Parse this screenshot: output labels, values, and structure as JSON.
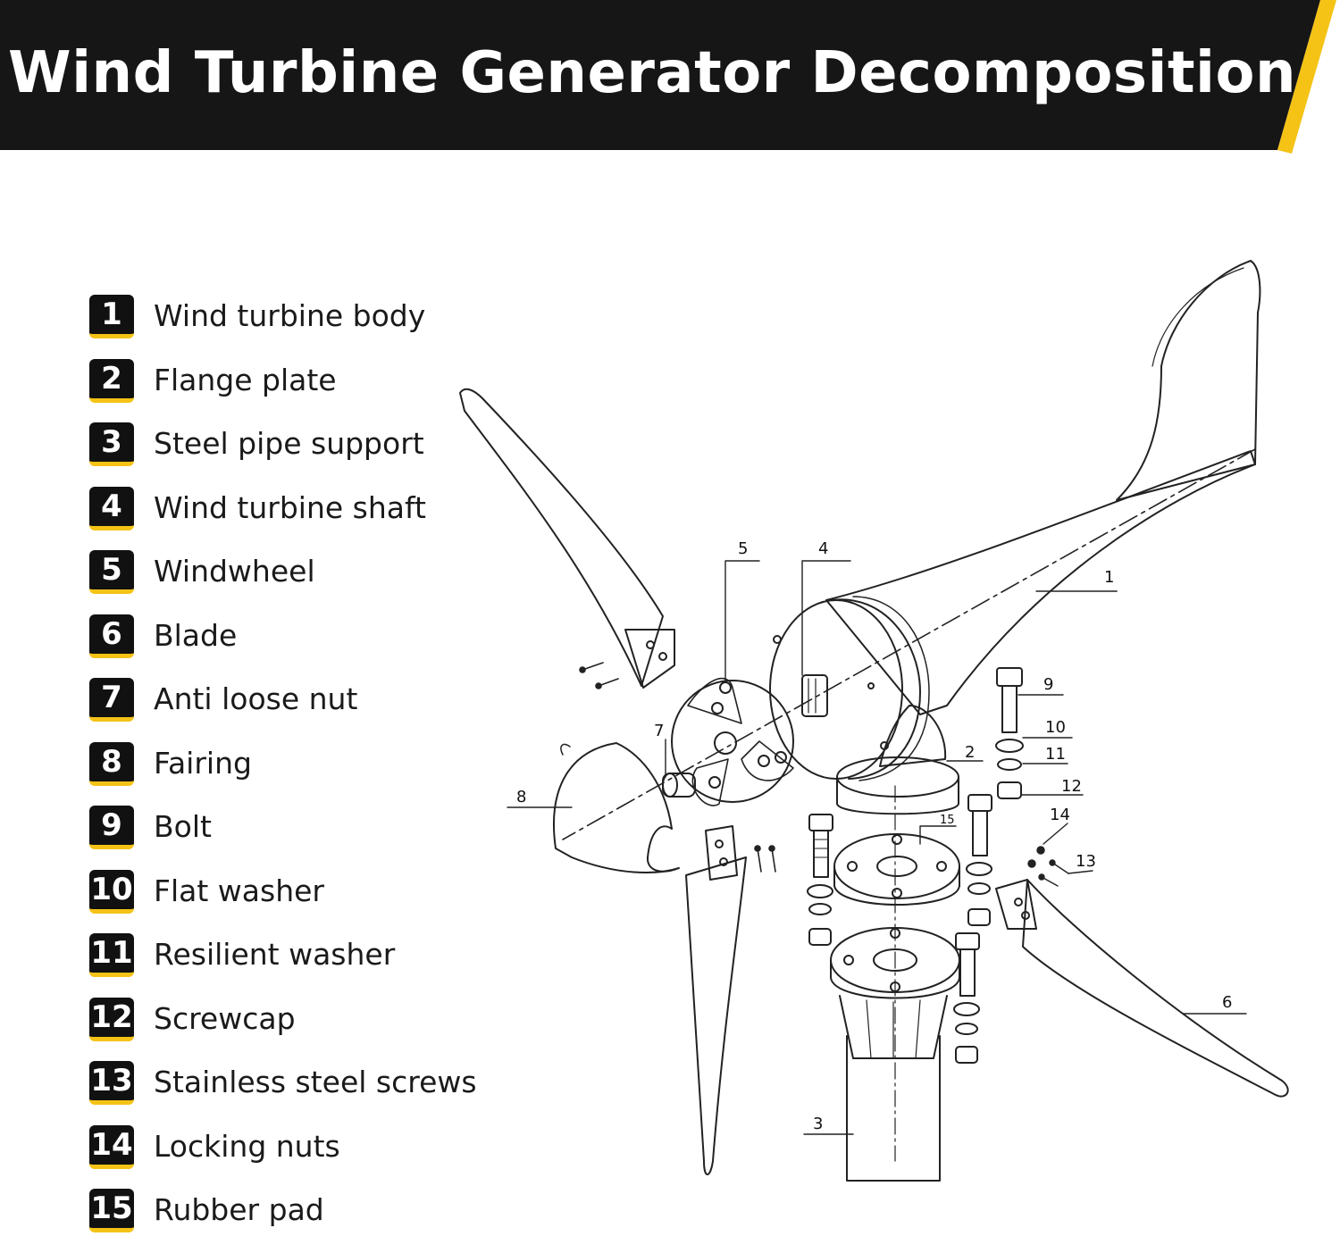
{
  "title": "Wind Turbine Generator Decomposition",
  "colors": {
    "banner": "#161616",
    "accent": "#f4c316"
  },
  "legend": [
    {
      "num": "1",
      "label": "Wind turbine body"
    },
    {
      "num": "2",
      "label": "Flange plate"
    },
    {
      "num": "3",
      "label": "Steel pipe support"
    },
    {
      "num": "4",
      "label": "Wind turbine shaft"
    },
    {
      "num": "5",
      "label": "Windwheel"
    },
    {
      "num": "6",
      "label": "Blade"
    },
    {
      "num": "7",
      "label": "Anti loose nut"
    },
    {
      "num": "8",
      "label": "Fairing"
    },
    {
      "num": "9",
      "label": "Bolt"
    },
    {
      "num": "10",
      "label": "Flat washer"
    },
    {
      "num": "11",
      "label": "Resilient washer"
    },
    {
      "num": "12",
      "label": "Screwcap"
    },
    {
      "num": "13",
      "label": "Stainless steel screws"
    },
    {
      "num": "14",
      "label": "Locking nuts"
    },
    {
      "num": "15",
      "label": "Rubber pad"
    }
  ],
  "callouts": [
    "1",
    "2",
    "3",
    "4",
    "5",
    "6",
    "7",
    "8",
    "9",
    "10",
    "11",
    "12",
    "13",
    "14",
    "15"
  ]
}
